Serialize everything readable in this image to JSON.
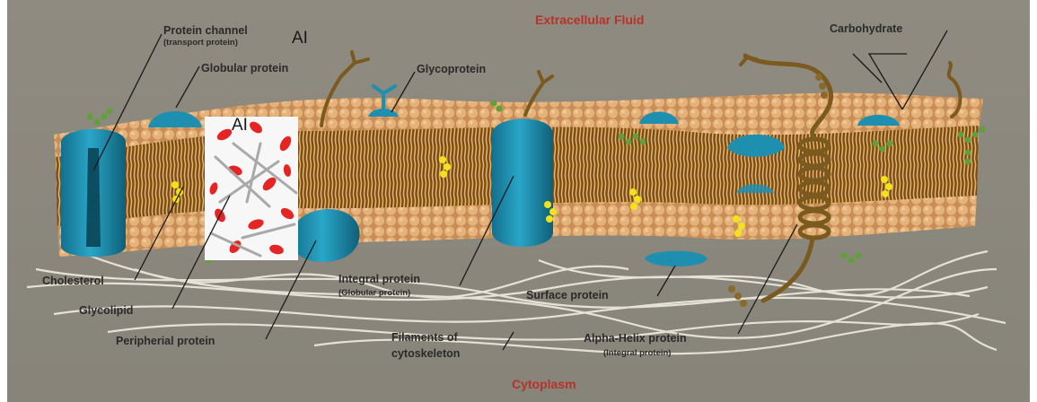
{
  "regions": {
    "top": "Extracellular Fluid",
    "bottom": "Cytoplasm"
  },
  "labels": {
    "protein_channel": "Protein channel",
    "protein_channel_sub": "(transport protein)",
    "globular_protein": "Globular protein",
    "glycoprotein": "Glycoprotein",
    "carbohydrate": "Carbohydrate",
    "cholesterol": "Cholesterol",
    "glycolipid": "Glycolipid",
    "peripheral_protein": "Peripherial protein",
    "integral_protein": "Integral protein",
    "integral_protein_sub": "(Globular protein)",
    "surface_protein": "Surface protein",
    "filaments_line1": "Filaments of",
    "filaments_line2": "cytoskeleton",
    "alpha_helix": "Alpha-Helix protein",
    "alpha_helix_sub": "(Integral protein)"
  },
  "overlay_marks": {
    "mark_1": "AI",
    "mark_2": "AI"
  },
  "colors": {
    "background": "#8e8a7e",
    "lipid_head": "#d9a46c",
    "lipid_tail": "#d6a85a",
    "protein": "#1f8fb0",
    "carbohydrate": "#7a5a1e",
    "cholesterol": "#f2e21a",
    "glycolipid": "#5fa03a",
    "cytoskeleton": "#f1ece0",
    "region_label": "#b8322a",
    "overlay_red": "#e52424"
  }
}
